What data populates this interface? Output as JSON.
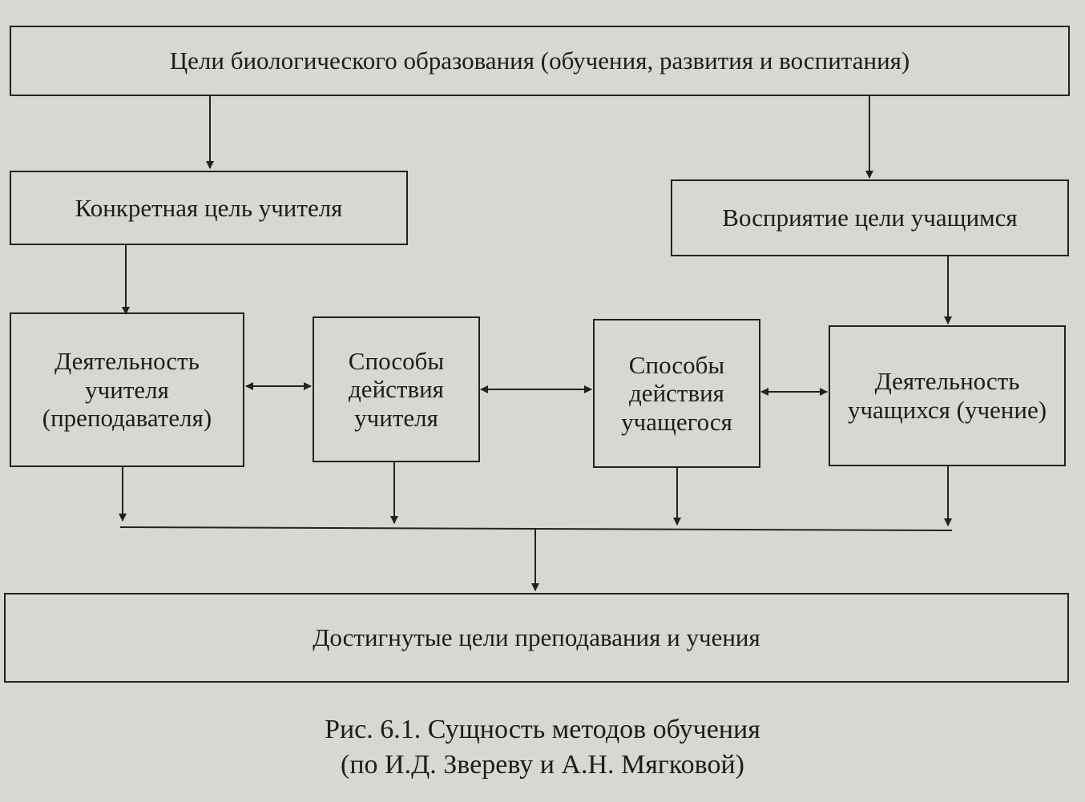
{
  "boxes": {
    "goals": "Цели биологического образования (обучения, развития и воспитания)",
    "teacher_goal": "Конкретная цель учителя",
    "student_perception": "Восприятие цели учащимся",
    "teacher_activity": "Деятельность учителя (преподавателя)",
    "teacher_methods": "Способы действия учителя",
    "student_methods": "Способы действия учащегося",
    "student_activity": "Деятельность учащихся (учение)",
    "results": "Достигнутые цели преподавания и учения"
  },
  "caption": {
    "line1": "Рис. 6.1. Сущность методов обучения",
    "line2": "(по И.Д. Звереву и А.Н. Мягковой)"
  },
  "colors": {
    "background": "#d9d7d2",
    "line": "#222222"
  }
}
